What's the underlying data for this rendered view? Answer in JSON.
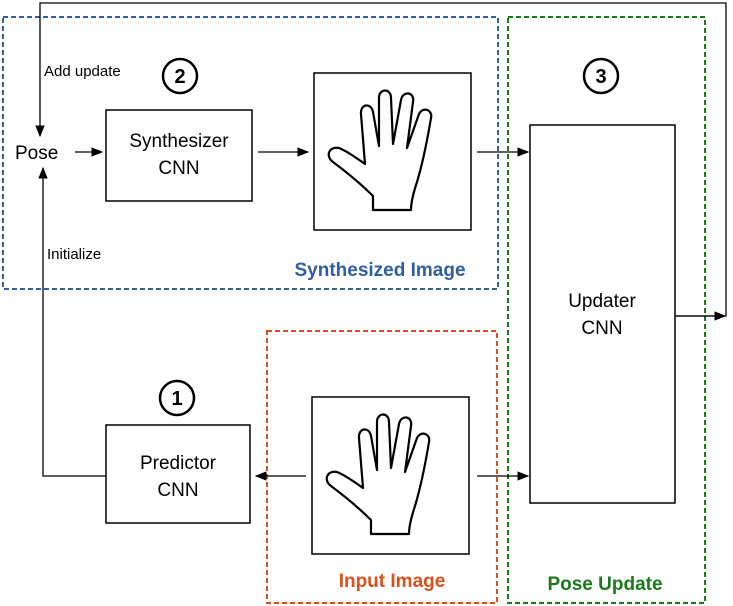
{
  "colors": {
    "synthesized_region": "#2f5f9f",
    "input_region": "#d9521d",
    "pose_update_region": "#1a7a1a",
    "line": "#000000"
  },
  "regions": {
    "synthesized": {
      "title": "Synthesized Image"
    },
    "input": {
      "title": "Input Image"
    },
    "pose_update": {
      "title": "Pose Update"
    }
  },
  "nodes": {
    "pose": {
      "label": "Pose"
    },
    "synthesizer": {
      "line1": "Synthesizer",
      "line2": "CNN"
    },
    "predictor": {
      "line1": "Predictor",
      "line2": "CNN"
    },
    "updater": {
      "line1": "Updater",
      "line2": "CNN"
    }
  },
  "steps": [
    "1",
    "2",
    "3"
  ],
  "edge_labels": {
    "add_update": "Add update",
    "initialize": "Initialize"
  },
  "icons": {
    "synthesized_image": "hand-icon",
    "input_image": "hand-icon"
  }
}
